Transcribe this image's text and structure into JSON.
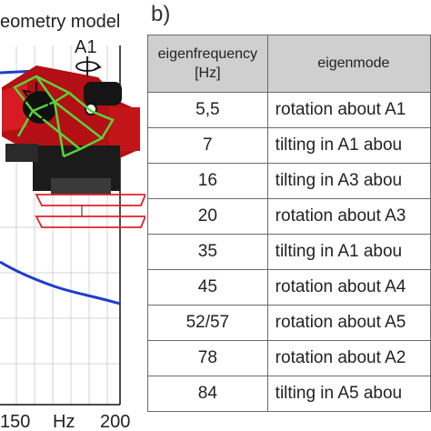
{
  "panel_a": {
    "title_text": "eometry model",
    "axis_label": "A1",
    "x_ticks": [
      "150",
      "Hz",
      "200"
    ]
  },
  "panel_b": {
    "label": "b)",
    "headers": {
      "freq_line1": "eigenfrequency",
      "freq_line2": "[Hz]",
      "mode": "eigenmode"
    },
    "rows": [
      {
        "freq": "5,5",
        "mode": "rotation about A1"
      },
      {
        "freq": "7",
        "mode": "tilting in A1 abou"
      },
      {
        "freq": "16",
        "mode": "tilting in A3 abou"
      },
      {
        "freq": "20",
        "mode": "rotation about A3"
      },
      {
        "freq": "35",
        "mode": "tilting in A1 abou"
      },
      {
        "freq": "45",
        "mode": "rotation about A4"
      },
      {
        "freq": "52/57",
        "mode": "rotation about A5"
      },
      {
        "freq": "78",
        "mode": "rotation about A2"
      },
      {
        "freq": "84",
        "mode": "tilting in A5 abou"
      }
    ]
  },
  "colors": {
    "machine_red": "#b40f14",
    "wireframe_green": "#5ad23c",
    "curve_blue": "#1e3ccc",
    "header_gray": "#cfcfcf"
  },
  "icons": [
    "rotation-arrow-icon",
    "rotation-arrow-icon"
  ]
}
